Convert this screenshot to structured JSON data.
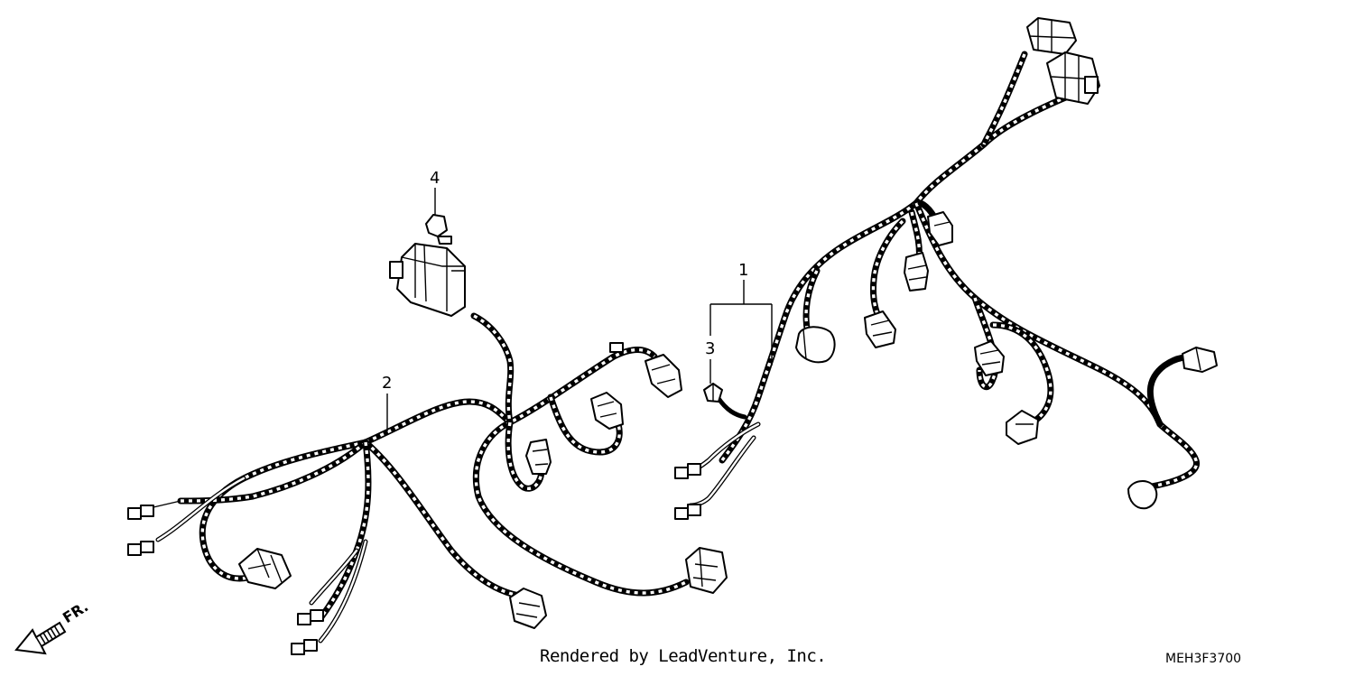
{
  "callouts": [
    {
      "id": "1",
      "label": "1"
    },
    {
      "id": "2",
      "label": "2"
    },
    {
      "id": "3",
      "label": "3"
    },
    {
      "id": "4",
      "label": "4"
    }
  ],
  "direction_label": "FR.",
  "footer": {
    "credit": "Rendered by LeadVenture, Inc.",
    "diagram_code": "MEH3F3700"
  }
}
